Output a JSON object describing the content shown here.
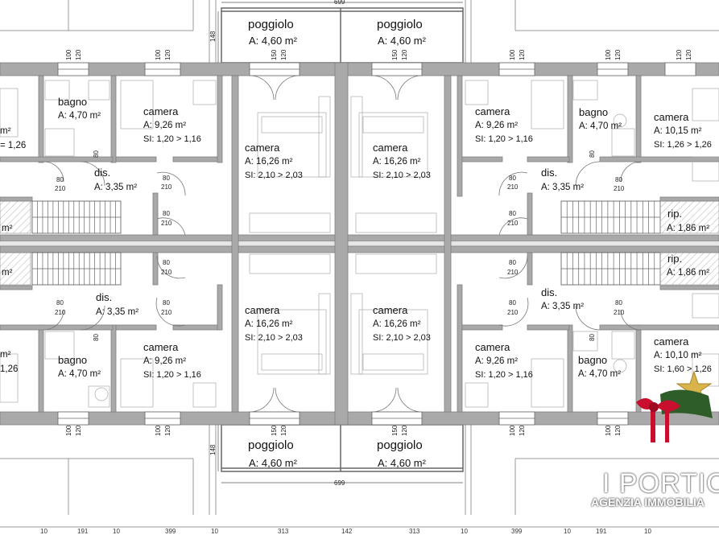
{
  "rooms": {
    "poggiolo_tl": {
      "name": "poggiolo",
      "area": "A: 4,60 m²"
    },
    "poggiolo_tr": {
      "name": "poggiolo",
      "area": "A: 4,60 m²"
    },
    "poggiolo_bl": {
      "name": "poggiolo",
      "area": "A: 4,60 m²"
    },
    "poggiolo_br": {
      "name": "poggiolo",
      "area": "A: 4,60 m²"
    },
    "bagno_tl": {
      "name": "bagno",
      "area": "A: 4,70 m²"
    },
    "bagno_tr": {
      "name": "bagno",
      "area": "A: 4,70 m²"
    },
    "bagno_bl": {
      "name": "bagno",
      "area": "A: 4,70 m²"
    },
    "bagno_br": {
      "name": "bagno",
      "area": "A: 4,70 m²"
    },
    "camera_small_tl": {
      "name": "camera",
      "area": "A: 9,26 m²",
      "si": "SI: 1,20 > 1,16"
    },
    "camera_small_tr": {
      "name": "camera",
      "area": "A: 9,26 m²",
      "si": "SI: 1,20 > 1,16"
    },
    "camera_small_bl": {
      "name": "camera",
      "area": "A: 9,26 m²",
      "si": "SI: 1,20 > 1,16"
    },
    "camera_small_br": {
      "name": "camera",
      "area": "A: 9,26 m²",
      "si": "SI: 1,20 > 1,16"
    },
    "camera_big_tl": {
      "name": "camera",
      "area": "A: 16,26 m²",
      "si": "SI: 2,10 > 2,03"
    },
    "camera_big_tr": {
      "name": "camera",
      "area": "A: 16,26 m²",
      "si": "SI: 2,10 > 2,03"
    },
    "camera_big_bl": {
      "name": "camera",
      "area": "A: 16,26 m²",
      "si": "SI: 2,10 > 2,03"
    },
    "camera_big_br": {
      "name": "camera",
      "area": "A: 16,26 m²",
      "si": "SI: 2,10 > 2,03"
    },
    "camera_edge_tr": {
      "name": "camera",
      "area": "A: 10,15 m²",
      "si": "SI: 1,26 > 1,26"
    },
    "camera_edge_br": {
      "name": "camera",
      "area": "A: 10,10 m²",
      "si": "SI: 1,60 > 1,26"
    },
    "dis_tl": {
      "name": "dis.",
      "area": "A: 3,35 m²"
    },
    "dis_tr": {
      "name": "dis.",
      "area": "A: 3,35 m²"
    },
    "dis_bl": {
      "name": "dis.",
      "area": "A: 3,35 m²"
    },
    "dis_br": {
      "name": "dis.",
      "area": "A: 3,35 m²"
    },
    "rip_tr": {
      "name": "rip.",
      "area": "A: 1,86 m²"
    },
    "rip_br": {
      "name": "rip.",
      "area": "A: 1,86 m²"
    },
    "edge_left": {
      "frag_m2_1": "m²",
      "frag_126_1": "= 1,26",
      "frag_m2_2": "m²",
      "frag_m2_3": "m²",
      "frag_126_2": "1,26",
      "frag_m2_4": "m²"
    }
  },
  "dims": {
    "door_w": "80",
    "door_h": "210",
    "win_w": "120",
    "win_w2": "150",
    "win_w3": "100",
    "balcony_depth": "148",
    "balcony_width": "699"
  },
  "bottom_scale": [
    "10",
    "191",
    "10",
    "399",
    "10",
    "313",
    "142",
    "313",
    "10",
    "399",
    "10",
    "191",
    "10"
  ],
  "watermark": {
    "line1": "I PORTIC",
    "line2": "AGENZIA IMMOBILIA"
  },
  "colors": {
    "wall": "#a9a9a9",
    "wall_dark": "#8c8c8c",
    "line": "#555555",
    "hatch": "#bbbbbb",
    "text": "#111111"
  }
}
